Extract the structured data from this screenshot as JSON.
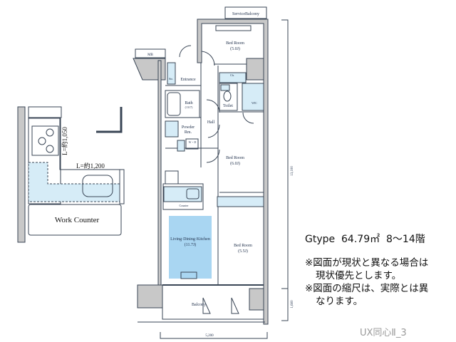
{
  "floorplan": {
    "rooms": {
      "service_balcony": "ServiceBalcony",
      "mb": "MB",
      "bedroom1": {
        "name": "Bed Room",
        "size": "(5.0J)"
      },
      "entrance": "Entrance",
      "sto": "Sto.",
      "cls": "Cls.",
      "toilet": "Toilet",
      "wic": "WIC",
      "bath": {
        "name": "Bath",
        "size": "(1317)"
      },
      "hall": "Hall",
      "powder": {
        "name": "Powder",
        "name2": "Rm."
      },
      "wd": "W・D",
      "bedroom2": {
        "name": "Bed Room",
        "size": "(6.0J)"
      },
      "counter": "Counter",
      "ldk": {
        "name": "Living·Dining·Kitchen",
        "size": "(11.7J)"
      },
      "bedroom3": {
        "name": "Bed Room",
        "size": "(5.5J)"
      },
      "balcony": "Balcony"
    },
    "dimensions": {
      "depth": "13,100",
      "balcony_depth": "1,600",
      "width": "5,200"
    }
  },
  "kitchen_detail": {
    "stove_length": "L=約1,050",
    "counter_length": "L=約1,200",
    "work_counter": "Work Counter"
  },
  "info": {
    "type_line": "Gtype  64.79㎡  8～14階",
    "note1_a": "※図面が現状と異なる場合は",
    "note1_b": "現状優先とします。",
    "note2_a": "※図面の縮尺は、実際とは異",
    "note2_b": "なります。",
    "credit": "UX同心Ⅱ_3"
  },
  "colors": {
    "wall": "#c8c8c8",
    "fixture": "#d6ecf7",
    "line": "#3a4656"
  }
}
